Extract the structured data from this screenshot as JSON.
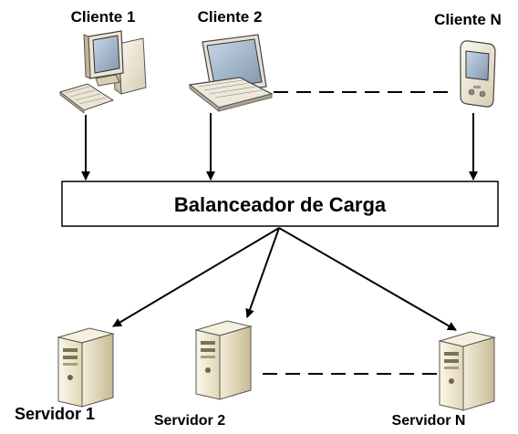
{
  "diagram": {
    "clients": [
      {
        "label": "Cliente 1",
        "icon": "desktop-computer-icon"
      },
      {
        "label": "Cliente 2",
        "icon": "laptop-icon"
      },
      {
        "label": "Cliente N",
        "icon": "pda-icon"
      }
    ],
    "balancer": {
      "label": "Balanceador de Carga"
    },
    "servers": [
      {
        "label": "Servidor 1",
        "icon": "server-tower-icon"
      },
      {
        "label": "Servidor 2",
        "icon": "server-tower-icon"
      },
      {
        "label": "Servidor N",
        "icon": "server-tower-icon"
      }
    ]
  }
}
